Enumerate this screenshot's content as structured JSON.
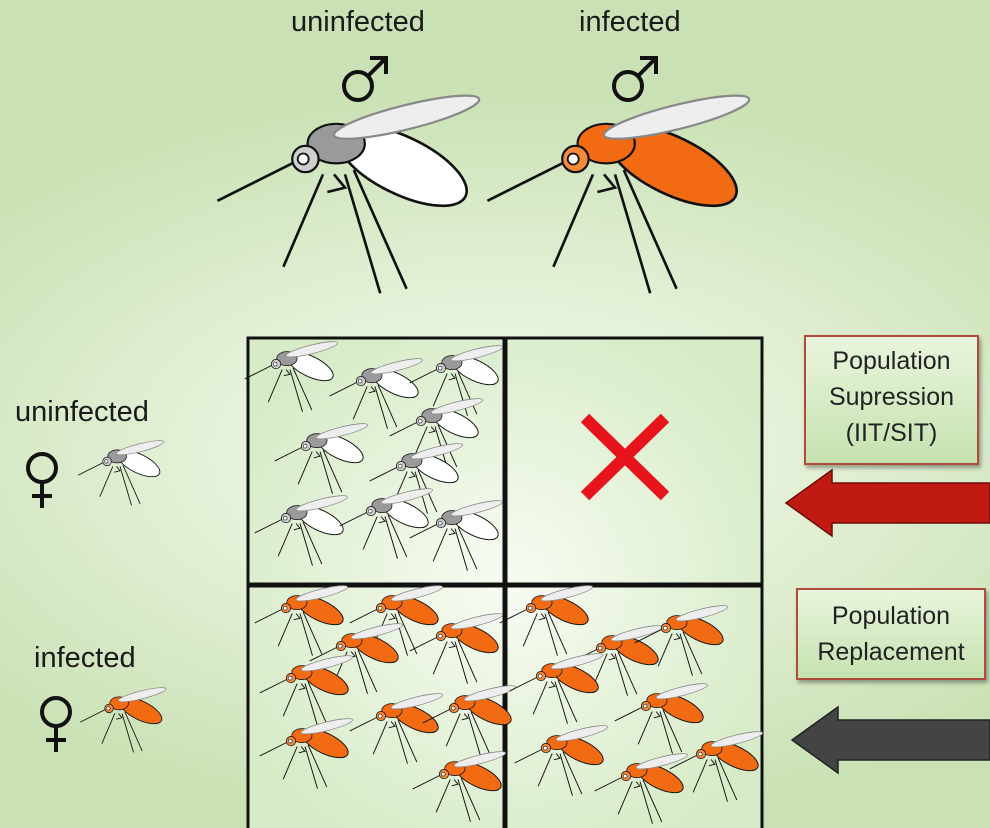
{
  "columns": [
    {
      "label": "uninfected",
      "symbol": "♂"
    },
    {
      "label": "infected",
      "symbol": "♂"
    }
  ],
  "rows": [
    {
      "label": "uninfected",
      "symbol": "♀"
    },
    {
      "label": "infected",
      "symbol": "♀"
    }
  ],
  "boxes": {
    "suppression": {
      "line1": "Population",
      "line2": "Supression",
      "line3": "(IIT/SIT)"
    },
    "replacement": {
      "line1": "Population",
      "line2": "Replacement"
    }
  },
  "colors": {
    "uninfected_body": "#9a9a9a",
    "uninfected_wing": "#ffffff",
    "infected_body": "#f26a12",
    "infected_wing": "#f26a12",
    "cross": "#e8141b",
    "arrow_red": "#c01a12",
    "arrow_dark": "#444444"
  }
}
